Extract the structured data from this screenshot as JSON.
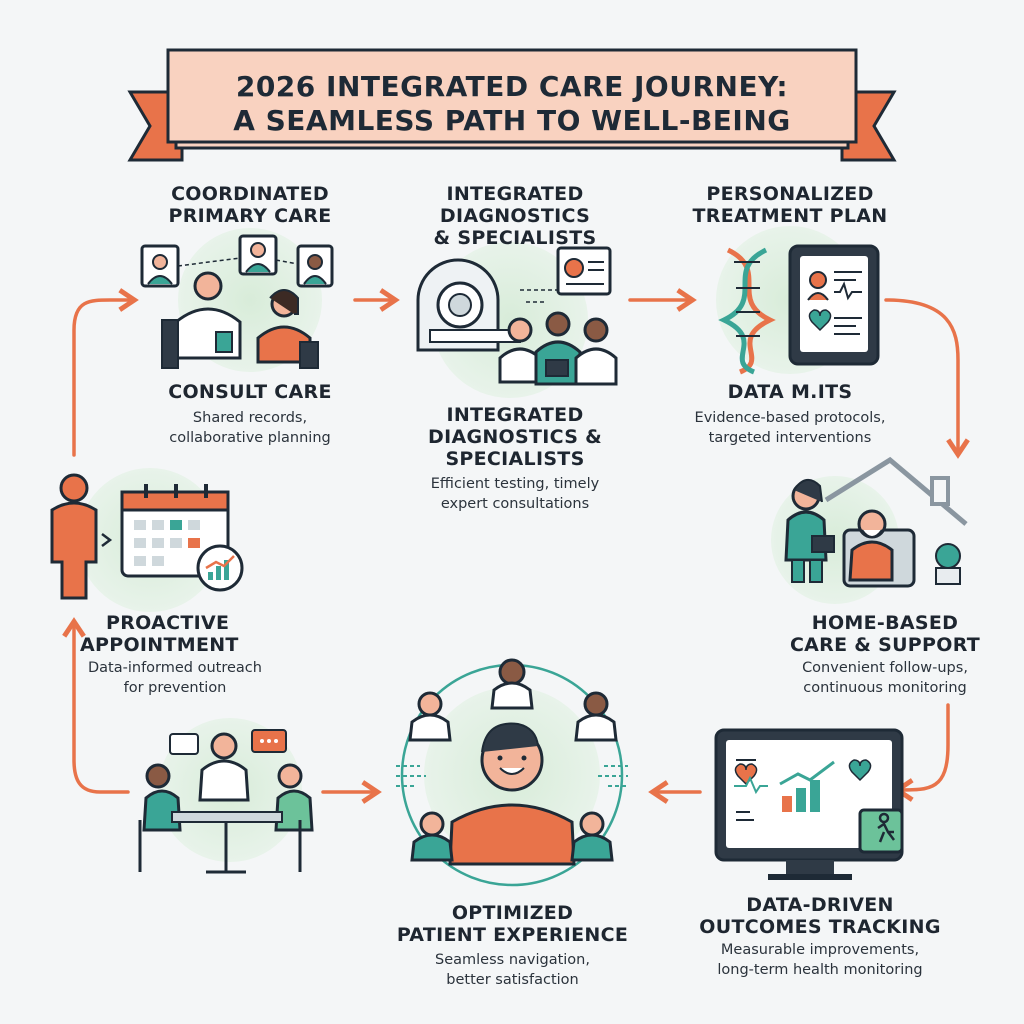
{
  "title": {
    "line1": "2026 INTEGRATED CARE JOURNEY:",
    "line2": "A SEAMLESS PATH TO WELL-BEING"
  },
  "steps": {
    "primary_care": {
      "heading": [
        "COORDINATED",
        "PRIMARY CARE"
      ],
      "subheading": "CONSULT CARE",
      "desc": [
        "Shared records,",
        "collaborative planning"
      ]
    },
    "diagnostics": {
      "heading": [
        "INTEGRATED",
        "DIAGNOSTICS",
        "& SPECIALISTS"
      ],
      "subheading": [
        "INTEGRATED",
        "DIAGNOSTICS &",
        "SPECIALISTS"
      ],
      "desc": [
        "Efficient testing, timely",
        "expert consultations"
      ]
    },
    "treatment": {
      "heading": [
        "PERSONALIZED",
        "TREATMENT PLAN"
      ],
      "subheading": "DATA M.ITS",
      "desc": [
        "Evidence-based protocols,",
        "targeted interventions"
      ]
    },
    "home_care": {
      "heading": [
        "HOME-BASED",
        "CARE & SUPPORT"
      ],
      "desc": [
        "Convenient follow-ups,",
        "continuous monitoring"
      ]
    },
    "outcomes": {
      "heading": [
        "DATA-DRIVEN",
        "OUTCOMES TRACKING"
      ],
      "desc": [
        "Measurable improvements,",
        "long-term health monitoring"
      ]
    },
    "patient": {
      "heading": [
        "OPTIMIZED",
        "PATIENT EXPERIENCE"
      ],
      "desc": [
        "Seamless navigation,",
        "better satisfaction"
      ]
    },
    "appointment": {
      "heading": [
        "PROACTIVE",
        "APPOINTMENT"
      ],
      "desc": [
        "Data-informed outreach",
        "for prevention"
      ]
    }
  },
  "colors": {
    "accent_orange": "#e8734a",
    "teal": "#3aa596",
    "navy": "#1e2a36",
    "banner": "#f9d2c0"
  }
}
